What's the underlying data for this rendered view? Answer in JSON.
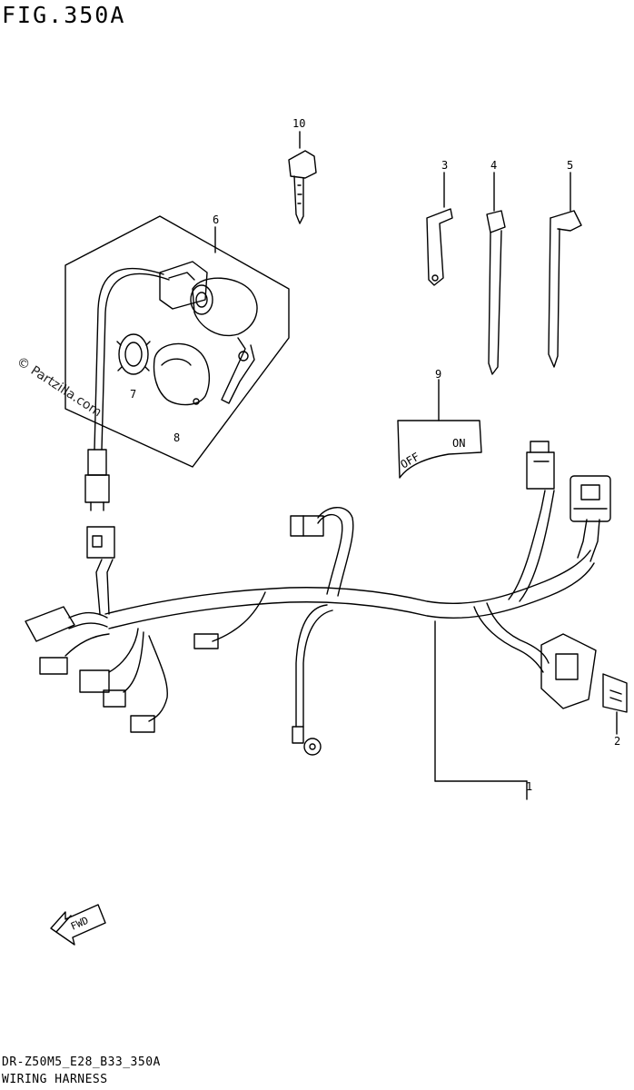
{
  "figure": {
    "title": "FIG.350A",
    "code": "DR-Z50M5_E28_B33_350A",
    "name": "WIRING HARNESS",
    "watermark": "© Partzilla.com"
  },
  "callouts": [
    "1",
    "2",
    "3",
    "4",
    "5",
    "6",
    "7",
    "8",
    "9",
    "10"
  ],
  "switch_plate": {
    "off": "OFF",
    "on": "ON"
  },
  "fwd_label": "FWD"
}
